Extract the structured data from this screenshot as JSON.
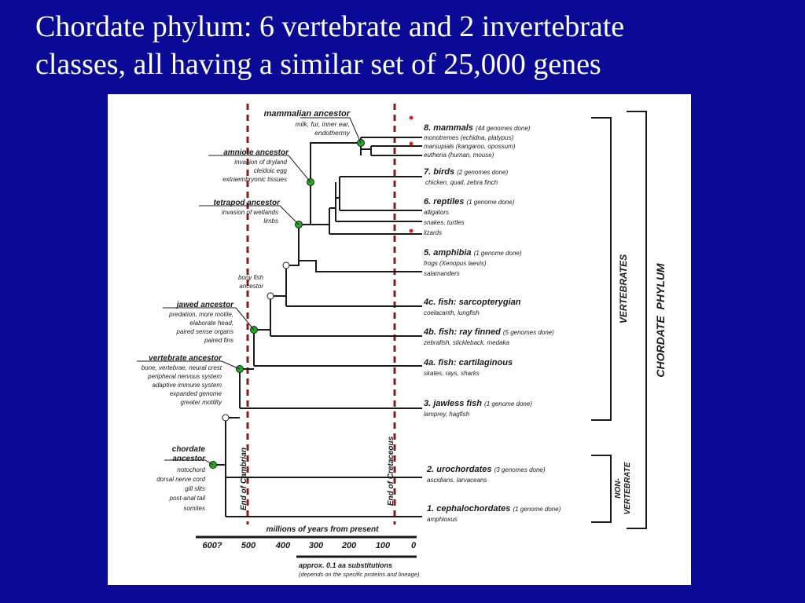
{
  "slide": {
    "title_line1": "Chordate phylum: 6 vertebrate and 2 invertebrate",
    "title_line2": "classes, all having a similar set of 25,000 genes"
  },
  "colors": {
    "background": "#0a0a96",
    "title": "#ffffff",
    "branch": "#1a1a1a",
    "node_filled": "#22aa22",
    "epoch_line": "#8b1a1a",
    "marker_dot": "#dd2020"
  },
  "ancestors": [
    {
      "name": "mammalian ancestor",
      "lines": [
        "milk, fur, inner ear,",
        "endothermy"
      ]
    },
    {
      "name": "amniote ancestor",
      "lines": [
        "invasion of dryland",
        "cleidoic egg",
        "extraembryonic tissues"
      ]
    },
    {
      "name": "tetrapod ancestor",
      "lines": [
        "invasion of wetlands",
        "limbs"
      ]
    },
    {
      "name": "bony fish",
      "lines": [
        "ancestor"
      ]
    },
    {
      "name": "jawed ancestor",
      "lines": [
        "predation, more motile,",
        "elaborate head,",
        "paired sense organs",
        "paired fins"
      ]
    },
    {
      "name": "vertebrate ancestor",
      "lines": [
        "bone, vertebrae, neural crest",
        "peripheral nervous system",
        "adaptive immune system",
        "expanded genome",
        "greater motility"
      ]
    },
    {
      "name": "chordate",
      "lines": [
        "ancestor",
        "notochord",
        "dorsal nerve cord",
        "gill slits",
        "post-anal tail",
        "somites"
      ]
    }
  ],
  "classes": [
    {
      "name": "8. mammals",
      "note": "(44 genomes done)",
      "subs": [
        "monotremes (echidna, platypus)",
        "marsupials (kangaroo, opossum)",
        "eutheria (human, mouse)"
      ]
    },
    {
      "name": "7. birds",
      "note": "(2 genomes done)",
      "subs": [
        "chicken, quail, zebra finch"
      ]
    },
    {
      "name": "6. reptiles",
      "note": "(1 genome done)",
      "subs": [
        "alligators",
        "snakes, turtles",
        "lizards"
      ]
    },
    {
      "name": "5. amphibia",
      "note": "(1 genome done)",
      "subs": [
        "frogs (Xenopus laevis)",
        "salamanders"
      ]
    },
    {
      "name": "4c. fish: sarcopterygian",
      "note": "",
      "subs": [
        "coelacanth, lungfish"
      ]
    },
    {
      "name": "4b. fish: ray finned",
      "note": "(5 genomes done)",
      "subs": [
        "zebrafish, stickleback, medaka"
      ]
    },
    {
      "name": "4a. fish: cartilaginous",
      "note": "",
      "subs": [
        "skates, rays, sharks"
      ]
    },
    {
      "name": "3. jawless fish",
      "note": "(1 genome done)",
      "subs": [
        "lamprey, hagfish"
      ]
    },
    {
      "name": "2. urochordates",
      "note": "(3 genomes done)",
      "subs": [
        "ascidians, larvaceans"
      ]
    },
    {
      "name": "1. cephalochordates",
      "note": "(1 genome done)",
      "subs": [
        "amphioxus"
      ]
    }
  ],
  "epochs": {
    "cambrian": "End of Cambrian",
    "cretaceous": "End of Cretaceous"
  },
  "groups": {
    "vertebrates": "VERTEBRATES",
    "non_vertebrate": [
      "NON-",
      "VERTEBRATE"
    ],
    "phylum": "CHORDATE  PHYLUM"
  },
  "axis": {
    "label": "millions of years from present",
    "ticks": [
      "600?",
      "500",
      "400",
      "300",
      "200",
      "100",
      "0"
    ],
    "scale_label": "approx. 0.1 aa substitutions",
    "scale_note": "(depends on the specific proteins and lineage)"
  }
}
